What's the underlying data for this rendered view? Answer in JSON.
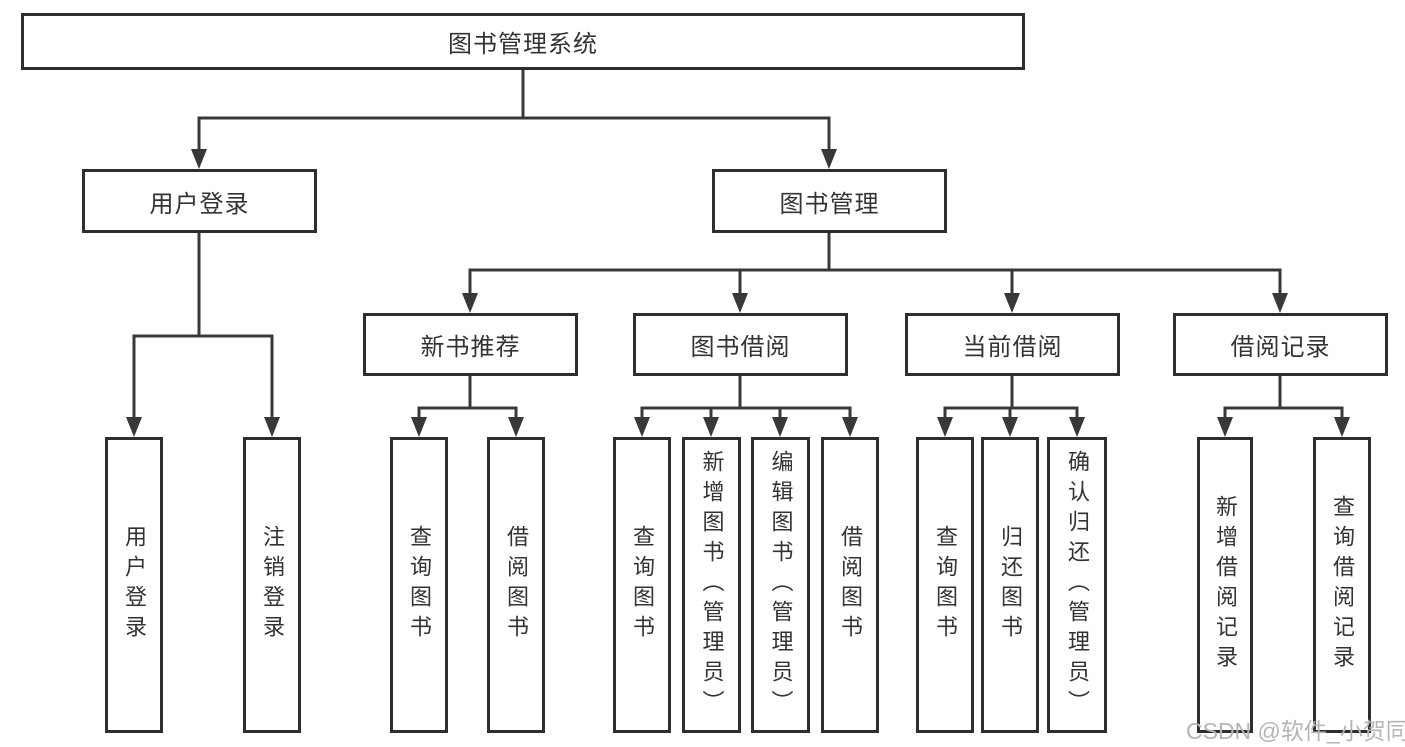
{
  "tree": {
    "root": "图书管理系统",
    "level2": [
      "用户登录",
      "图书管理"
    ],
    "level3": [
      "新书推荐",
      "图书借阅",
      "当前借阅",
      "借阅记录"
    ],
    "leaves_login": [
      "用户登录",
      "注销登录"
    ],
    "leaves_recommend": [
      "查询图书",
      "借阅图书"
    ],
    "leaves_borrow": [
      "查询图书",
      "新增图书（管理员）",
      "编辑图书（管理员）",
      "借阅图书"
    ],
    "leaves_current": [
      "查询图书",
      "归还图书",
      "确认归还（管理员）"
    ],
    "leaves_records": [
      "新增借阅记录",
      "查询借阅记录"
    ]
  },
  "watermark": {
    "text": "CSDN @软件_小贺同学",
    "color": "#b5b5b5"
  },
  "colors": {
    "line": "#383838",
    "box_border": "#2e2e2e",
    "text": "#333333",
    "background": "#ffffff"
  }
}
